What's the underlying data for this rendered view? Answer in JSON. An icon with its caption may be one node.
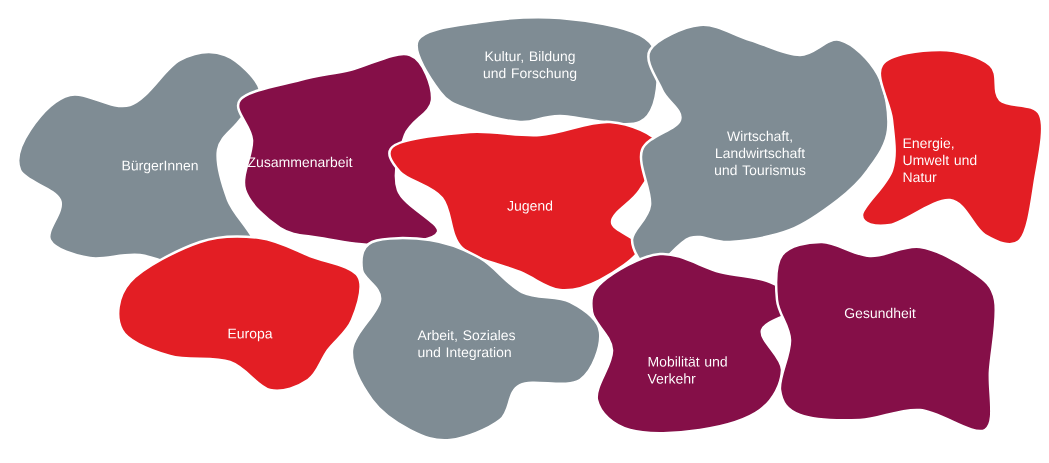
{
  "diagram": {
    "nodes": [
      {
        "text": [
          "BürgerInnen"
        ]
      },
      {
        "text": [
          "Zusammenarbeit"
        ]
      },
      {
        "text": [
          "Kultur, Bildung und Forschung"
        ]
      },
      {
        "text": [
          "Jugend"
        ]
      },
      {
        "text": [
          "Wirtschaft, Landwirtschaft und Tourismus"
        ]
      },
      {
        "text": [
          "Energie, Umwelt und Natur"
        ]
      },
      {
        "text": [
          "Europa"
        ]
      },
      {
        "text": [
          "Arbeit, Soziales und Integration"
        ]
      },
      {
        "text": [
          "Mobilität und Verkehr"
        ]
      },
      {
        "text": [
          "Gesundheit"
        ]
      }
    ]
  }
}
